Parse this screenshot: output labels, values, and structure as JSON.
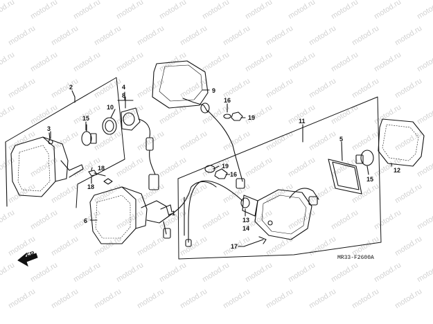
{
  "watermark": "motod.ru",
  "direction_label": "FR.",
  "diagram_code": "MR33-F2600A",
  "callouts": [
    "1",
    "2",
    "3",
    "4",
    "5",
    "6",
    "8",
    "9",
    "10",
    "11",
    "12",
    "13",
    "14",
    "15",
    "16",
    "17",
    "18",
    "19"
  ],
  "labels": {
    "n2": "2",
    "n3": "3",
    "n4": "4",
    "n8": "8",
    "n10": "10",
    "n15a": "15",
    "n18a": "18",
    "n18b": "18",
    "n6": "6",
    "n1": "1",
    "n9": "9",
    "n16a": "16",
    "n19a": "19",
    "n19b": "19",
    "n16b": "16",
    "n11": "11",
    "n5": "5",
    "n12": "12",
    "n15b": "15",
    "n13": "13",
    "n14": "14",
    "n17": "17"
  }
}
